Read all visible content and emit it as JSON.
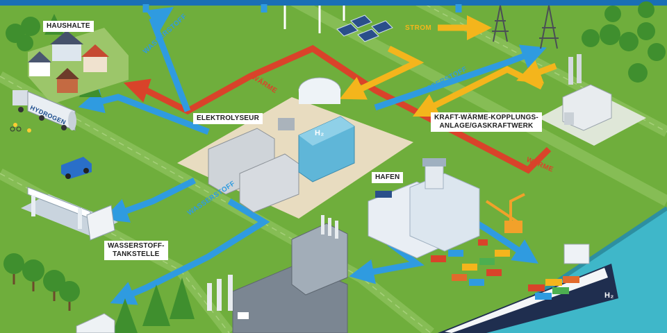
{
  "labels": {
    "haushalte": "HAUSHALTE",
    "elektrolyseur": "ELEKTROLYSEUR",
    "kwk_line1": "KRAFT-WÄRME-KOPPLUNGS-",
    "kwk_line2": "ANLAGE/GASKRAFTWERK",
    "hafen": "HAFEN",
    "tankstelle_line1": "WASSERSTOFF-",
    "tankstelle_line2": "TANKSTELLE"
  },
  "flows": {
    "strom": "STROM",
    "waerme": "WÄRME",
    "wasserstoff": "WASSERSTOFF"
  },
  "markings": {
    "truck": "HYDROGEN",
    "h2": "H₂",
    "ship": "H₂"
  },
  "colors": {
    "ground": "#6fae3c",
    "road": "#7fb84a",
    "hydrogen_flow": "#2f9be0",
    "heat_flow": "#d9432a",
    "power_flow": "#f4b51c",
    "water": "#3fb7c9"
  }
}
